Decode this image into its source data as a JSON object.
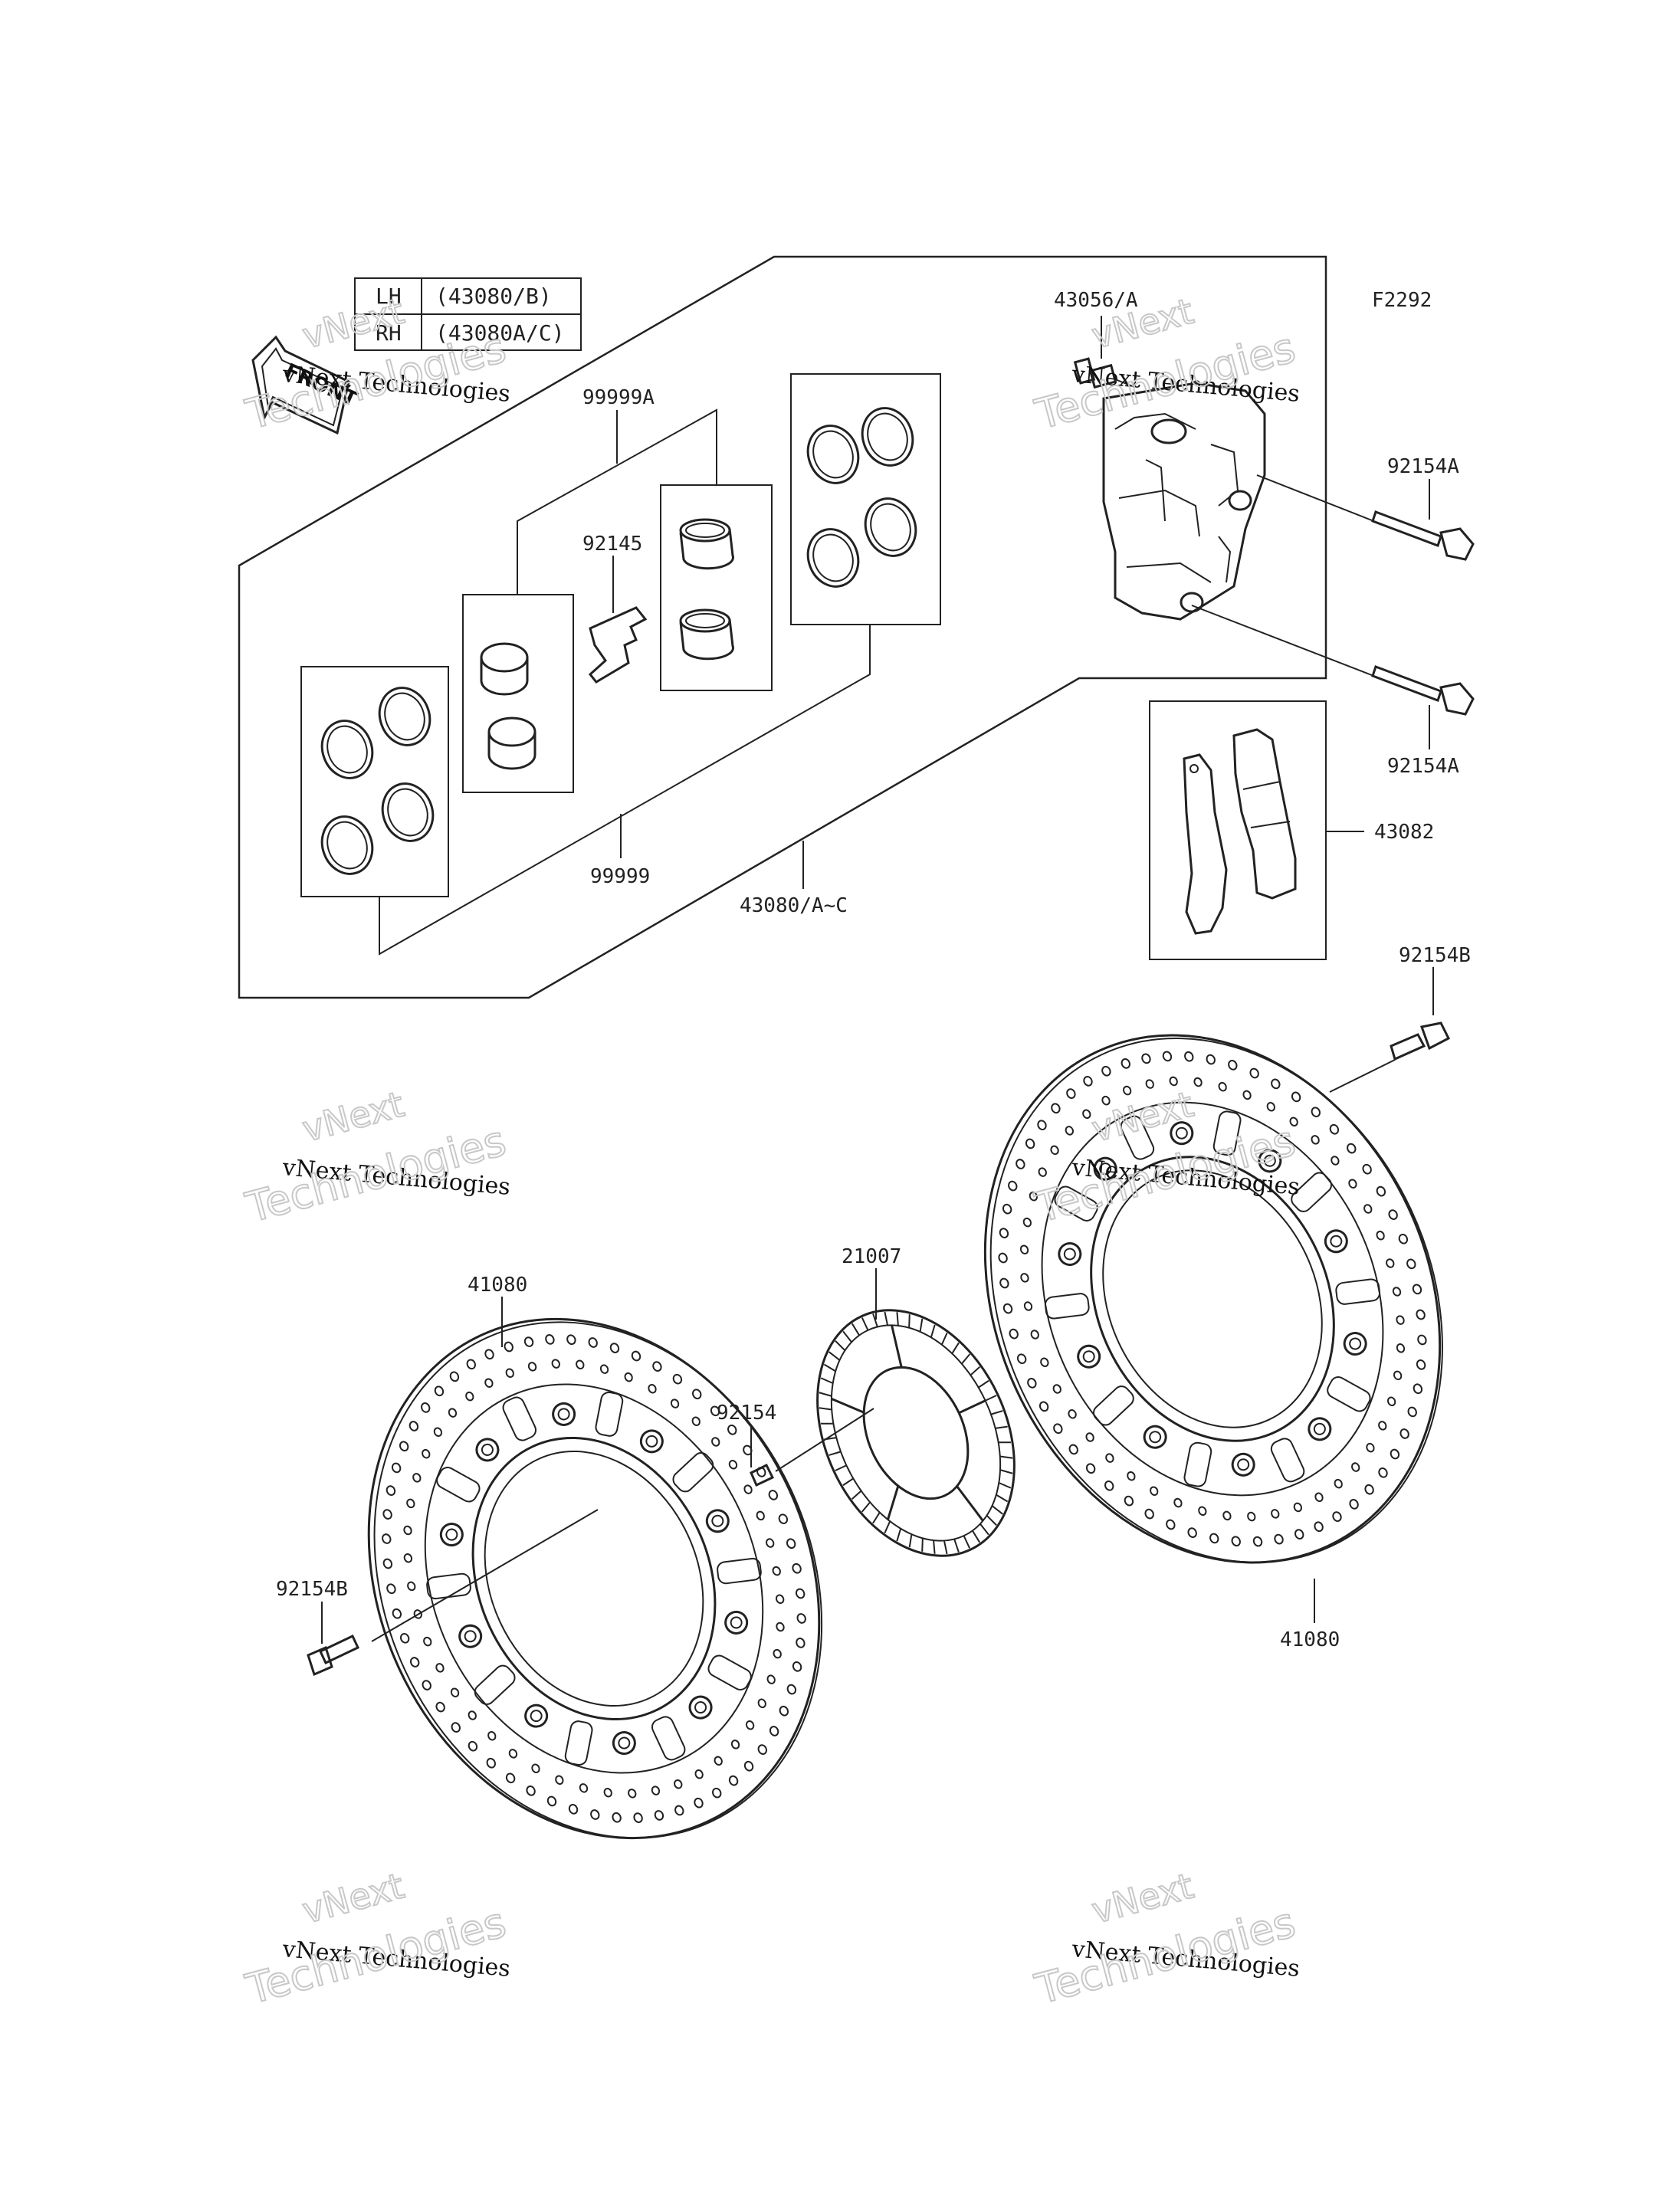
{
  "diagram_code": "F2292",
  "orientation_label": "FRONT",
  "side_table": [
    {
      "side": "LH",
      "part": "(43080/B)"
    },
    {
      "side": "RH",
      "part": "(43080A/C)"
    }
  ],
  "labels": {
    "bleeder": "43056/A",
    "bolt_upper": "92154A",
    "bolt_lower": "92154A",
    "pad_spring": "92145",
    "piston_set": "99999A",
    "seal_set": "99999",
    "caliper_assy": "43080/A~C",
    "brake_pads": "43082",
    "disc_bolt_right": "92154B",
    "disc_bolt_left": "92154B",
    "sensor_rotor": "21007",
    "rotor_bolt": "92154",
    "disc_left": "41080",
    "disc_right": "41080"
  },
  "watermark": {
    "line1": "vNext",
    "line2": "vNext Technologies",
    "line3": "Technologies"
  }
}
